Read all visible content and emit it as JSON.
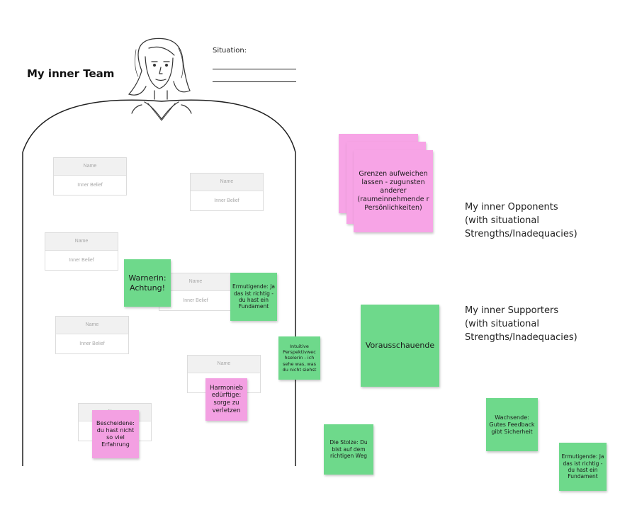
{
  "title": "My inner Team",
  "situation": {
    "label": "Situation:"
  },
  "cards": [
    {
      "name": "Name",
      "belief": "Inner Belief"
    },
    {
      "name": "Name",
      "belief": "Inner Belief"
    },
    {
      "name": "Name",
      "belief": "Inner Belief"
    },
    {
      "name": "Name",
      "belief": "Inner Belief"
    },
    {
      "name": "Name",
      "belief": "Inner Belief"
    },
    {
      "name": "Name",
      "belief": ""
    },
    {
      "name": "Name",
      "belief": ""
    }
  ],
  "notes": {
    "warnerin": "Warnerin: Achtung!",
    "ermutigende1": "Ermutigende: Ja das ist richtig - du hast ein Fundament",
    "intuitive": "Intuitive Perspektivwec hselerin - ich sehe was, was du nicht siehst",
    "harmonie": "Harmonieb edürftige: sorge zu verletzen",
    "bescheidene": "Bescheidene: du hast nicht so viel Erfahrung",
    "grenzen": "Grenzen aufweichen lassen - zugunsten anderer (raumeinnehmende r Persönlichkeiten)",
    "vorausschauende": "Vorausschauende",
    "stolze": "Die Stolze: Du bist auf dem richtigen Weg",
    "wachsende": "Wachsende: Gutes Feedback gibt Sicherheit",
    "ermutigende2": "Ermutigende: Ja das ist richtig - du hast ein Fundament"
  },
  "labels": {
    "opponents": [
      "My inner Opponents",
      "(with situational",
      "Strengths/Inadequacies)"
    ],
    "supporters": [
      "My inner Supporters",
      "(with situational",
      "Strengths/Inadequacies)"
    ]
  },
  "colors": {
    "green_note": "#6ed98b",
    "pink_note": "#f3a0e2"
  },
  "icons": {
    "person": "woman-sketch-icon"
  }
}
